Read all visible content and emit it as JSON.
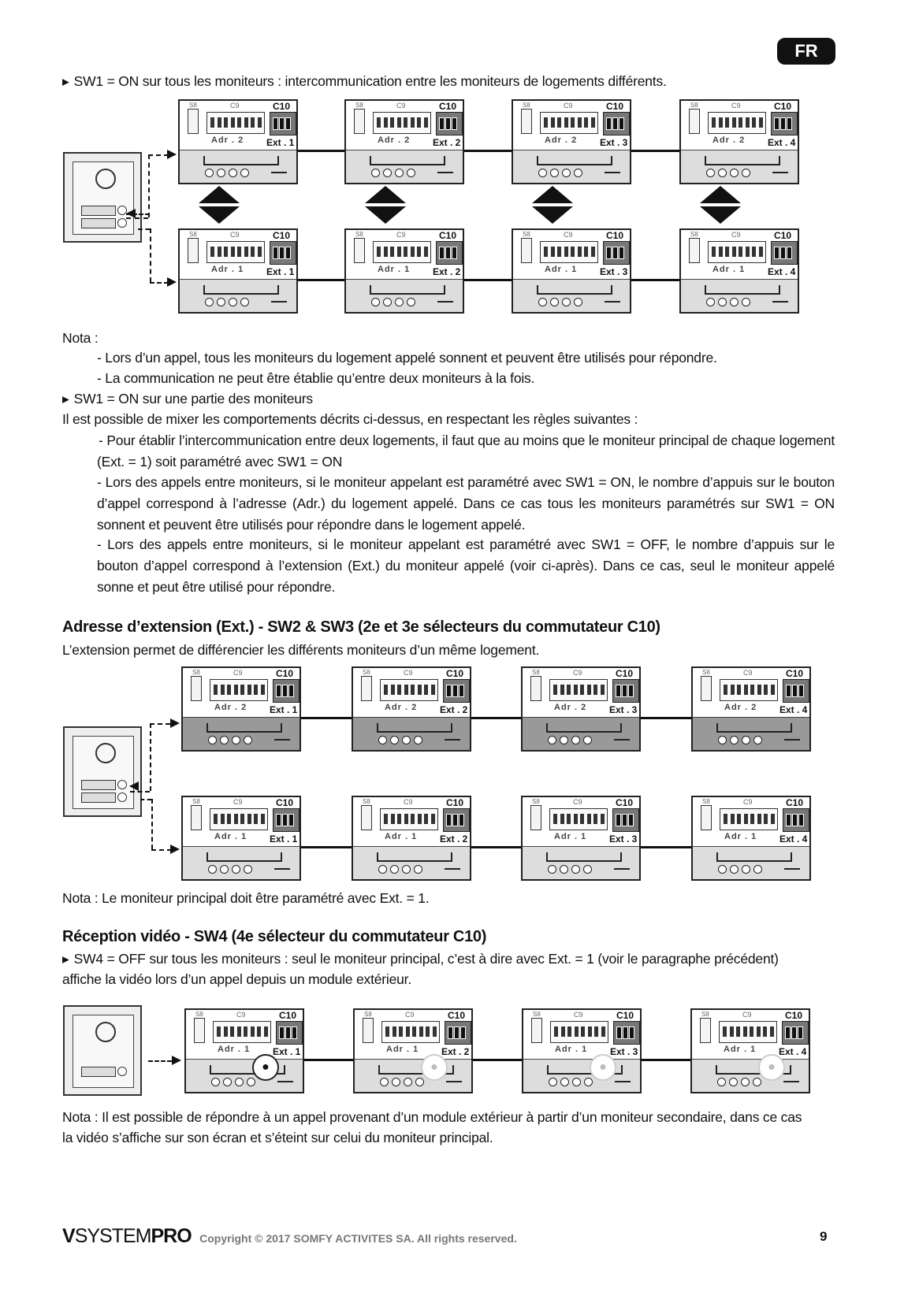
{
  "badge": "FR",
  "section1": {
    "bullet": "SW1 = ON sur tous les moniteurs : intercommunication entre les moniteurs de logements différents.",
    "nota_label": "Nota :",
    "nota_items": [
      "-  Lors d’un appel, tous les moniteurs du logement appelé sonnent et peuvent être utilisés pour répondre.",
      "-  La communication ne peut être établie qu’entre deux moniteurs à la fois."
    ],
    "bullet2": "SW1 = ON sur une partie des moniteurs",
    "intro": "Il est possible de mixer les comportements décrits ci-dessus, en respectant les règles suivantes :",
    "rules": [
      "-  Pour établir l’intercommunication entre deux logements, il faut que au moins que le moniteur principal de chaque logement (Ext. = 1) soit paramétré avec SW1 = ON",
      "-  Lors des appels entre moniteurs, si le moniteur appelant est paramétré avec SW1 = ON, le nombre d’appuis sur le bouton d’appel correspond à l’adresse (Adr.) du logement appelé. Dans ce cas tous les moniteurs paramétrés sur SW1 = ON sonnent et peuvent être utilisés pour répondre dans le logement appelé.",
      "-  Lors des appels entre moniteurs, si le moniteur appelant est paramétré avec SW1 = OFF, le nombre d’appuis sur le bouton d’appel correspond à l’extension (Ext.) du moniteur appelé (voir ci-après). Dans ce cas, seul le moniteur appelé sonne et peut être utilisé pour répondre."
    ]
  },
  "section2": {
    "heading": "Adresse d’extension (Ext.) - SW2 & SW3 (2e et 3e sélecteurs du commutateur C10)",
    "text": "L’extension permet de différencier les différents moniteurs d’un même logement.",
    "nota": "Nota : Le moniteur principal doit être paramétré avec Ext. = 1."
  },
  "section3": {
    "heading": "Réception vidéo - SW4 (4e sélecteur du commutateur C10)",
    "bullet_line1": "SW4 = OFF sur tous les moniteurs : seul le moniteur principal, c’est à dire avec Ext. = 1 (voir le paragraphe précédent)",
    "bullet_line2": "affiche la vidéo lors d’un appel depuis un module extérieur.",
    "nota_line1": "Nota : Il est possible de répondre à un appel provenant d’un module extérieur à partir d’un moniteur secondaire, dans ce cas",
    "nota_line2": "la vidéo s’affiche sur son écran et s’éteint sur celui du moniteur principal."
  },
  "monitor_labels": {
    "s8": "S8",
    "c9": "C9",
    "c10": "C10",
    "adr1": "Adr . 1",
    "adr2": "Adr . 2",
    "ext1": "Ext . 1",
    "ext2": "Ext . 2",
    "ext3": "Ext . 3",
    "ext4": "Ext . 4"
  },
  "footer": {
    "logo_v": "V",
    "logo_system": "SYSTEM",
    "logo_pro": "PRO",
    "copyright": "Copyright © 2017 SOMFY ACTIVITES SA. All rights reserved.",
    "page": "9"
  }
}
